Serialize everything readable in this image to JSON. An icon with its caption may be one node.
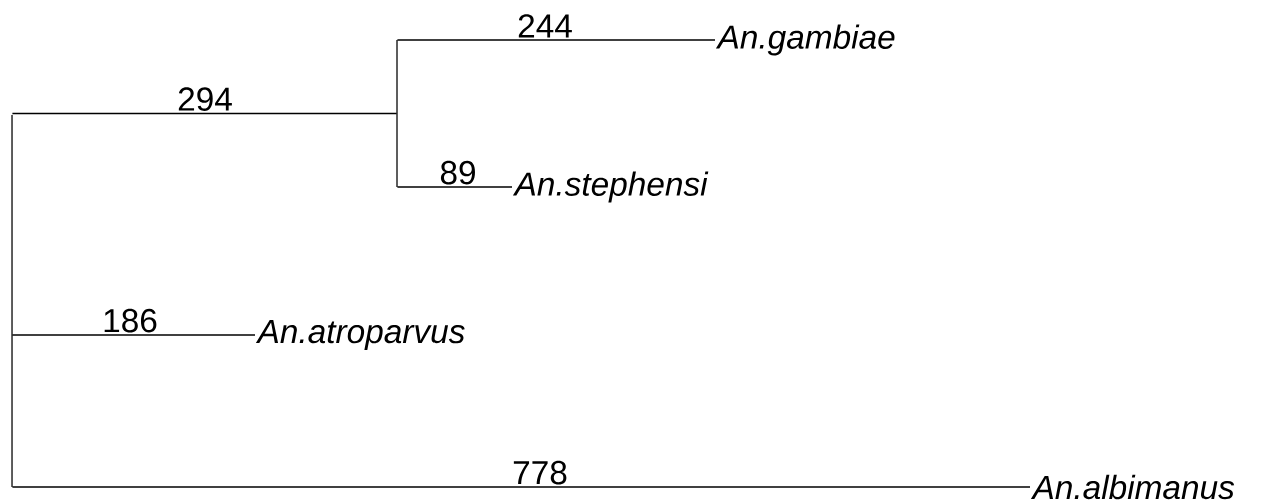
{
  "diagram": {
    "nodes": [
      {
        "text": [],
        "shape": "bar"
      },
      {
        "text": [],
        "shape": "bar"
      },
      {
        "text": [
          "An.gambiae"
        ]
      },
      {
        "text": [
          "An.stephensi"
        ]
      },
      {
        "text": [
          "An.atroparvus"
        ]
      },
      {
        "text": [
          "An.albimanus"
        ]
      }
    ],
    "edges": [
      {
        "from": 0,
        "to": 1,
        "arrow": "none",
        "label": "294"
      },
      {
        "from": 1,
        "to": 2,
        "arrow": "none",
        "label": "244"
      },
      {
        "from": 1,
        "to": 3,
        "arrow": "none",
        "label": "89"
      },
      {
        "from": 0,
        "to": 4,
        "arrow": "none",
        "label": "186"
      },
      {
        "from": 0,
        "to": 5,
        "arrow": "none",
        "label": "778"
      }
    ]
  }
}
